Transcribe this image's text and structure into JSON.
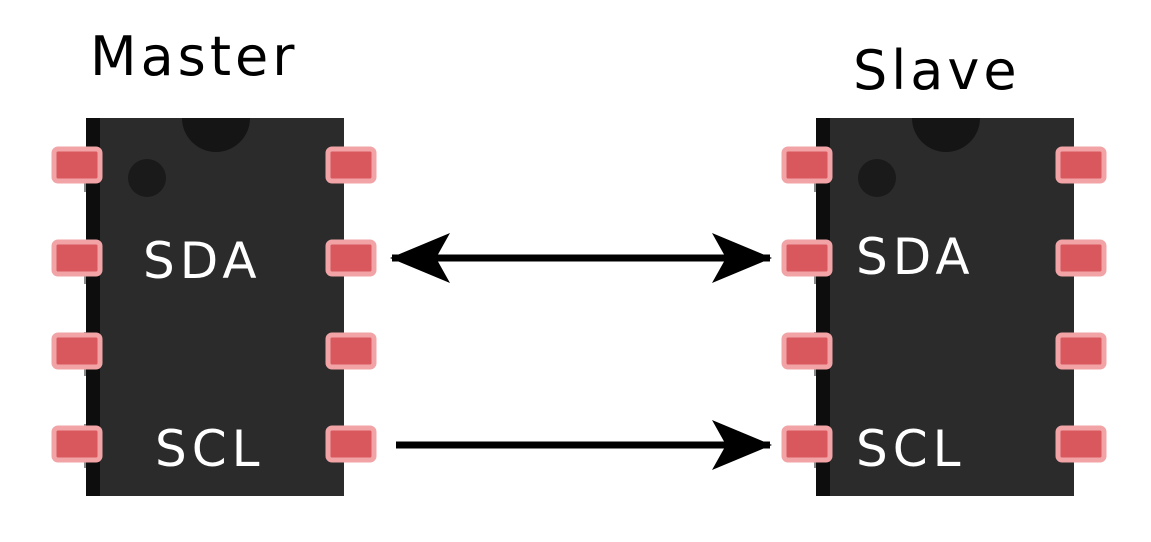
{
  "chips": [
    {
      "id": "master",
      "title": "Master",
      "pins": {
        "sda": "SDA",
        "scl": "SCL"
      },
      "pins_per_side": 4
    },
    {
      "id": "slave",
      "title": "Slave",
      "pins": {
        "sda": "SDA",
        "scl": "SCL"
      },
      "pins_per_side": 4
    }
  ],
  "connections": [
    {
      "from": "Master SDA",
      "to": "Slave SDA",
      "direction": "bidirectional"
    },
    {
      "from": "Master SCL",
      "to": "Slave SCL",
      "direction": "master-to-slave"
    }
  ],
  "colors": {
    "chip_body": "#2b2b2b",
    "chip_edge": "#0d0d0d",
    "pin_fill": "#d8585d",
    "pin_glow": "#f1a3a6",
    "pin_leg": "#8c8c8c",
    "arrow": "#000000",
    "label": "#ffffff"
  }
}
